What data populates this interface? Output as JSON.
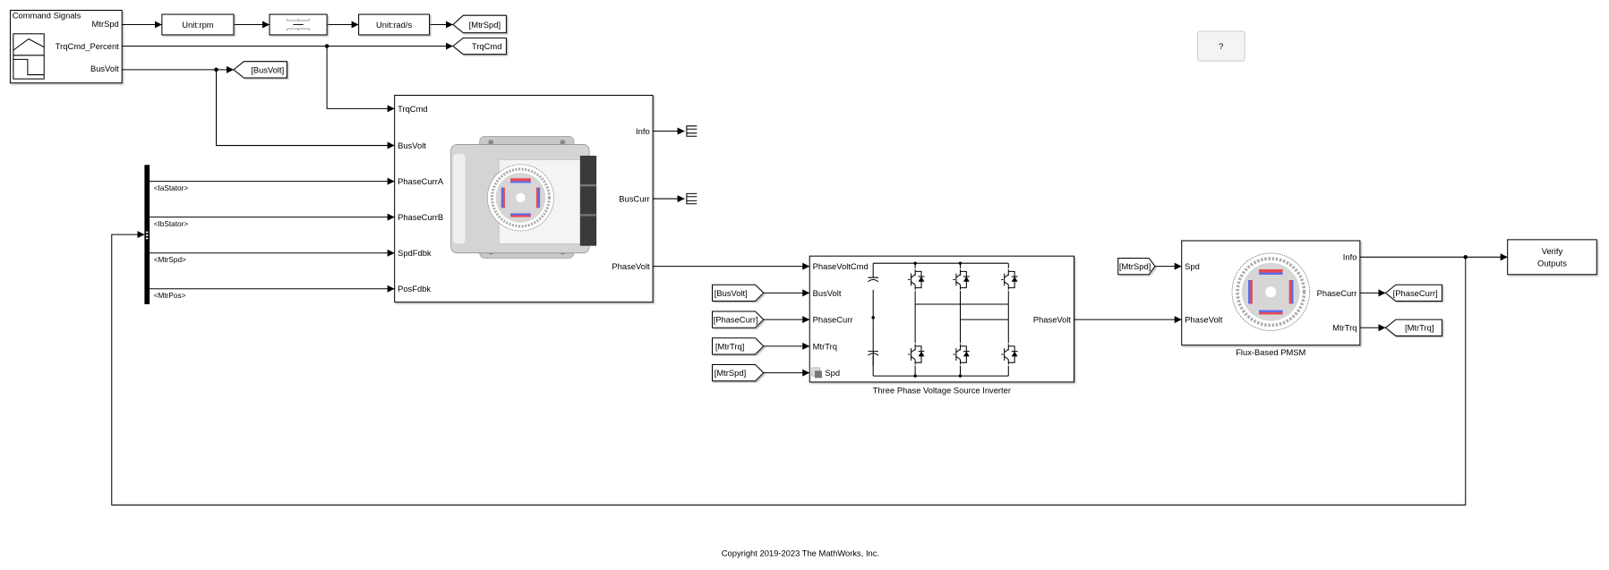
{
  "command_signals": {
    "title": "Command Signals",
    "ports": [
      "MtrSpd",
      "TrqCmd_Percent",
      "BusVolt"
    ]
  },
  "unit_blocks": {
    "rpm": "Unit:rpm",
    "rads": "Unit:rad/s"
  },
  "gotos": {
    "mtrspd": "[MtrSpd]",
    "trqcmd": "TrqCmd",
    "busvolt": "[BusVolt]",
    "phasecurr": "[PhaseCurr]",
    "mtrtrq": "[MtrTrq]"
  },
  "controller": {
    "inputs": [
      "TrqCmd",
      "BusVolt",
      "PhaseCurrA",
      "PhaseCurrB",
      "SpdFdbk",
      "PosFdbk"
    ],
    "outputs": [
      "Info",
      "BusCurr",
      "PhaseVolt"
    ]
  },
  "bus_selector": {
    "signals": [
      "<IaStator>",
      "<IbStator>",
      "<MtrSpd>",
      "<MtrPos>"
    ]
  },
  "inverter": {
    "title": "Three Phase Voltage Source Inverter",
    "inputs": [
      "PhaseVoltCmd",
      "BusVolt",
      "PhaseCurr",
      "MtrTrq",
      "Spd"
    ],
    "output": "PhaseVolt"
  },
  "froms": {
    "busvolt": "[BusVolt]",
    "phasecurr": "[PhaseCurr]",
    "mtrtrq": "[MtrTrq]",
    "mtrspd": "[MtrSpd]",
    "pmsm_mtrspd": "[MtrSpd]"
  },
  "pmsm": {
    "title": "Flux-Based PMSM",
    "inputs": [
      "Spd",
      "PhaseVolt"
    ],
    "outputs": [
      "Info",
      "PhaseCurr",
      "MtrTrq"
    ]
  },
  "verify": {
    "line1": "Verify",
    "line2": "Outputs"
  },
  "help_button": "?",
  "copyright": "Copyright 2019-2023 The MathWorks, Inc.",
  "colors": {
    "magnet_red": "#e8474f",
    "magnet_blue": "#5a6cf0",
    "housing": "#d4d4d4"
  }
}
